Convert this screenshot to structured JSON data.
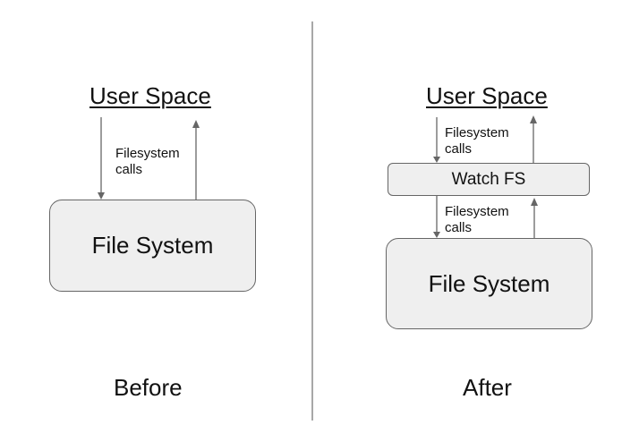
{
  "panels": {
    "before": {
      "heading": "User Space",
      "arrow_label_line1": "Filesystem",
      "arrow_label_line2": "calls",
      "box_label": "File System",
      "caption": "Before"
    },
    "after": {
      "heading": "User Space",
      "upper_arrow_label_line1": "Filesystem",
      "upper_arrow_label_line2": "calls",
      "middle_box_label": "Watch FS",
      "lower_arrow_label_line1": "Filesystem",
      "lower_arrow_label_line2": "calls",
      "box_label": "File System",
      "caption": "After"
    }
  },
  "colors": {
    "box_fill": "#efefef",
    "box_border": "#666666",
    "arrow": "#666666",
    "divider": "#a8a8a8",
    "text": "#111111"
  }
}
